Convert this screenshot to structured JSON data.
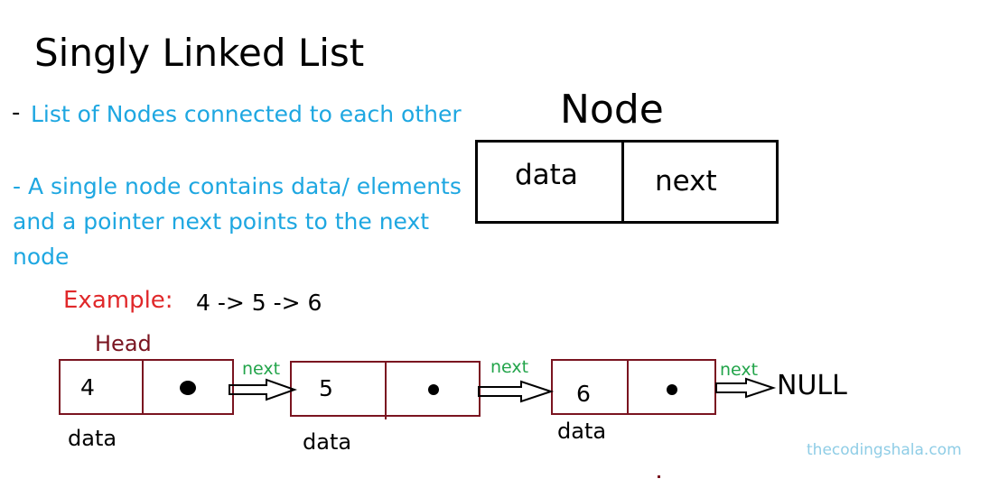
{
  "title": "Singly Linked List",
  "bullets": {
    "dash": "-",
    "line1": "List of Nodes connected to each other",
    "line2a": "- A single node contains data/ elements",
    "line2b": "and a pointer next points to the next",
    "line2c": "node"
  },
  "node_diagram": {
    "title": "Node",
    "field_data": "data",
    "field_next": "next"
  },
  "example": {
    "label": "Example:",
    "sequence": "4 -> 5 -> 6"
  },
  "list": {
    "head_label": "Head",
    "nodes": [
      {
        "value": "4",
        "data_label": "data",
        "next_label": "next"
      },
      {
        "value": "5",
        "data_label": "data",
        "next_label": "next"
      },
      {
        "value": "6",
        "data_label": "data",
        "next_label": "next"
      }
    ],
    "null_label": "NULL"
  },
  "watermark": "thecodingshala.com"
}
